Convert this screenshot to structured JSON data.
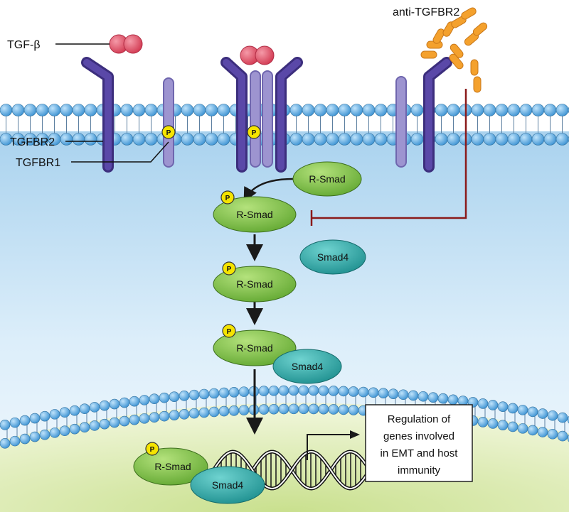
{
  "labels": {
    "ligand": "TGF-β",
    "antibody": "anti-TGFBR2",
    "receptor2": "TGFBR2",
    "receptor1": "TGFBR1",
    "phospho": "P"
  },
  "proteins": {
    "rsmad": "R-Smad",
    "smad4": "Smad4"
  },
  "outcome": {
    "lines": [
      "Regulation of",
      "genes involved",
      "in EMT and host",
      "immunity"
    ]
  },
  "colors": {
    "membrane_bead": "#5aaee6",
    "receptor2": "#4a3a93",
    "receptor1": "#9d94d0",
    "ligand": "#e0495e",
    "rsmad": "#7cc443",
    "smad4": "#2aa9a8",
    "phospho": "#f5e400",
    "inhibition": "#8b1a1a",
    "antibody": "#f4a12d",
    "nucleus": "#e6efc9"
  }
}
